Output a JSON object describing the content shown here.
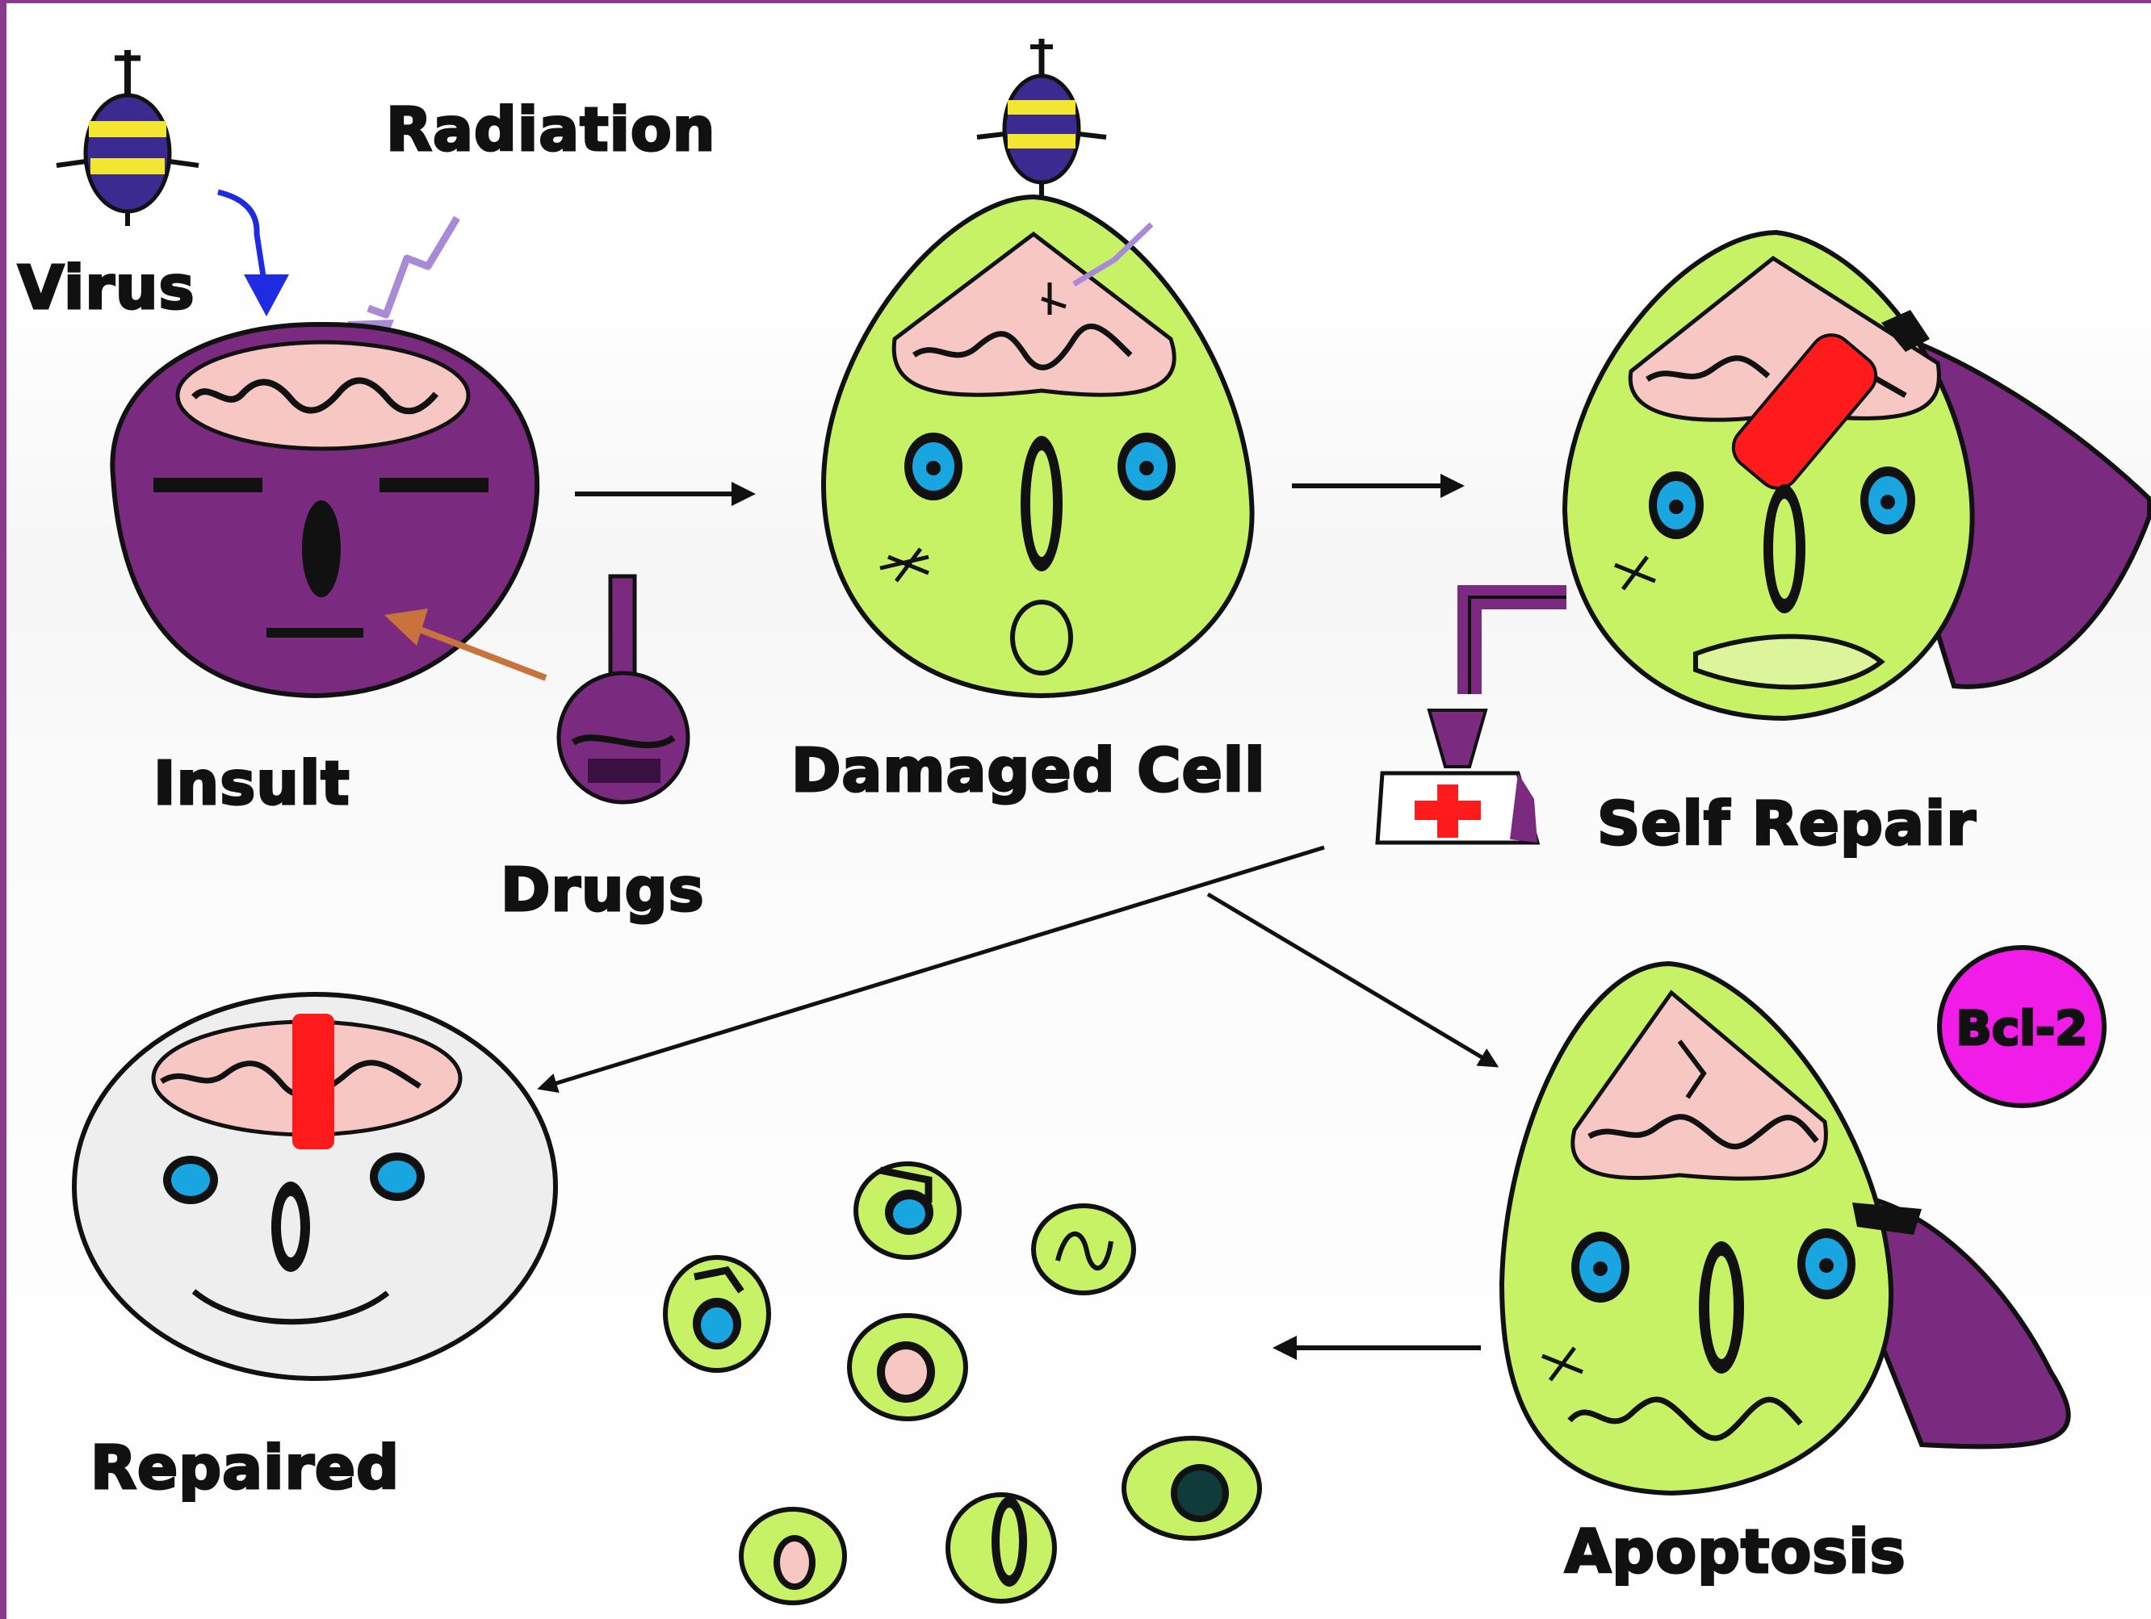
{
  "labels": {
    "virus": "Virus",
    "radiation": "Radiation",
    "insult": "Insult",
    "drugs": "Drugs",
    "damaged_cell": "Damaged Cell",
    "self_repair": "Self Repair",
    "repaired": "Repaired",
    "apoptosis": "Apoptosis",
    "bcl2": "Bcl-2"
  },
  "colors": {
    "insult_cell": "#7a2b80",
    "damaged_cell": "#c8f266",
    "nucleus": "#f7c7c4",
    "eye_blue": "#19a6e0",
    "virus_body": "#3b2a8f",
    "virus_stripe": "#f2e632",
    "virus_arrow": "#1f2be0",
    "radiation_arrow": "#a98ad8",
    "drug_arrow": "#c8733c",
    "repair_band": "#ff1b1b",
    "cloak": "#7a2b80",
    "bcl2_pill": "#f21ce8",
    "repaired_cell": "#eeeeee",
    "dark_nucleus": "#0f3b3a"
  },
  "icons": [
    "virus-icon",
    "radiation-icon",
    "drug-flask-icon",
    "first-aid-kit-icon",
    "bandage-icon"
  ]
}
